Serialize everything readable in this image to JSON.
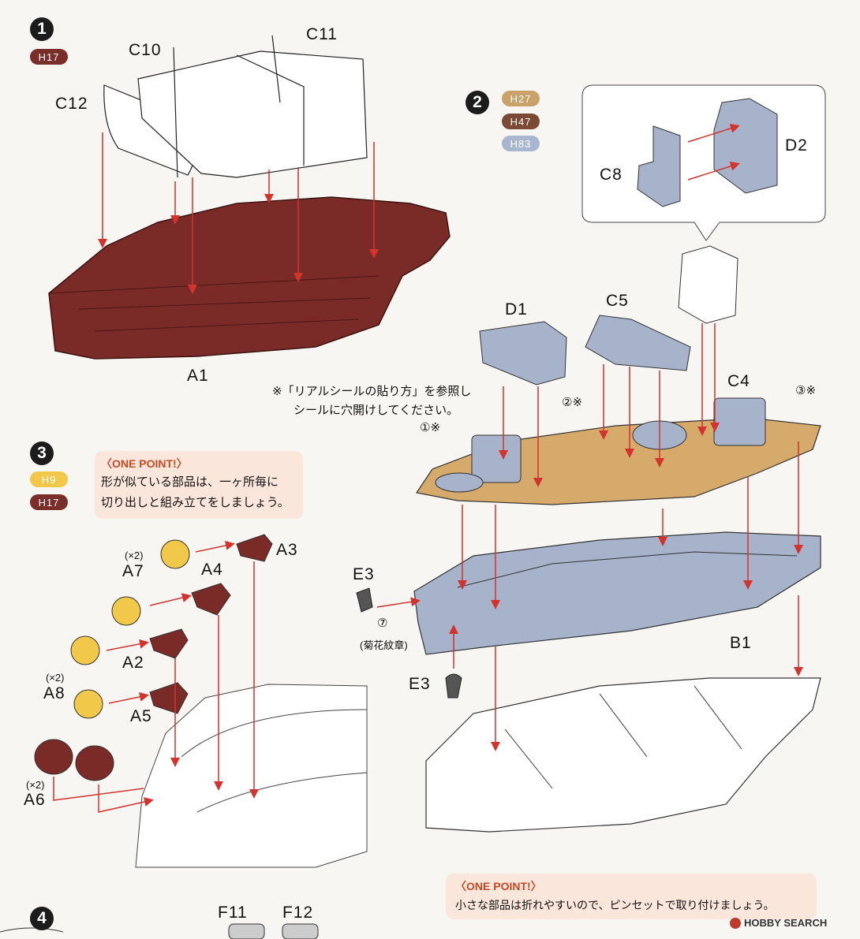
{
  "steps": {
    "s1": "1",
    "s2": "2",
    "s3": "3",
    "s4": "4"
  },
  "paints": {
    "h17a": "H17",
    "h27": "H27",
    "h47": "H47",
    "h83": "H83",
    "h9": "H9",
    "h17b": "H17"
  },
  "colors": {
    "h17": "#7a2e2a",
    "h27": "#c8a268",
    "h47": "#7a4a34",
    "h83": "#a9b6cf",
    "h9": "#f2c84a"
  },
  "step1": {
    "parts": [
      "C12",
      "C10",
      "C11",
      "A1"
    ]
  },
  "step2": {
    "parts": [
      "C8",
      "D2",
      "D1",
      "C5",
      "C4",
      "B1",
      "E3",
      "E3"
    ],
    "marker_1": "①※",
    "marker_2": "②※",
    "marker_3": "③※",
    "marker_7": "⑦",
    "chrysanthemum": "(菊花紋章)",
    "note_line1": "※「リアルシールの貼り方」を参照し",
    "note_line2": "シールに穴開けしてください。",
    "onepoint_title": "〈ONE POINT!〉",
    "onepoint_text": "小さな部品は折れやすいので、ピンセットで取り付けましょう。"
  },
  "step3": {
    "onepoint_title": "〈ONE POINT!〉",
    "onepoint_line1": "形が似ている部品は、一ヶ所毎に",
    "onepoint_line2": "切り出しと組み立てをしましょう。",
    "parts": [
      "A7",
      "A4",
      "A3",
      "A2",
      "A8",
      "A5",
      "A6"
    ],
    "qty_a7": "(×2)",
    "qty_a8": "(×2)",
    "qty_a6": "(×2)"
  },
  "step4": {
    "parts": [
      "F11",
      "F12"
    ]
  },
  "watermark": "HOBBY SEARCH"
}
